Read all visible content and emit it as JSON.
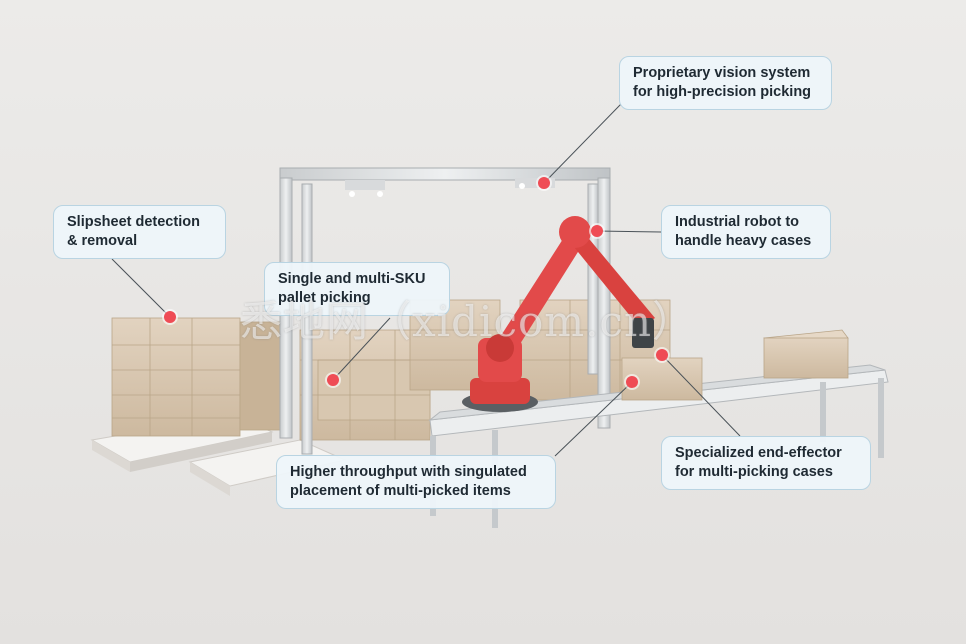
{
  "callouts": [
    {
      "id": "vision",
      "lines": [
        "Proprietary vision system",
        "for high-precision picking"
      ]
    },
    {
      "id": "slipsheet",
      "lines": [
        "Slipsheet detection",
        "& removal"
      ]
    },
    {
      "id": "robot",
      "lines": [
        "Industrial robot to",
        "handle heavy cases"
      ]
    },
    {
      "id": "sku",
      "lines": [
        "Single and multi-SKU",
        "pallet picking"
      ]
    },
    {
      "id": "throughput",
      "lines": [
        "Higher throughput with singulated",
        "placement of multi-picked items"
      ]
    },
    {
      "id": "effector",
      "lines": [
        "Specialized end-effector",
        "for multi-picking cases"
      ]
    }
  ],
  "watermark": "悉地网（xidicom.cn）",
  "colors": {
    "marker": "#ef4c55",
    "robot": "#e24a4a",
    "callout_border": "#b9d4e2",
    "background": "#ebe8e6"
  }
}
